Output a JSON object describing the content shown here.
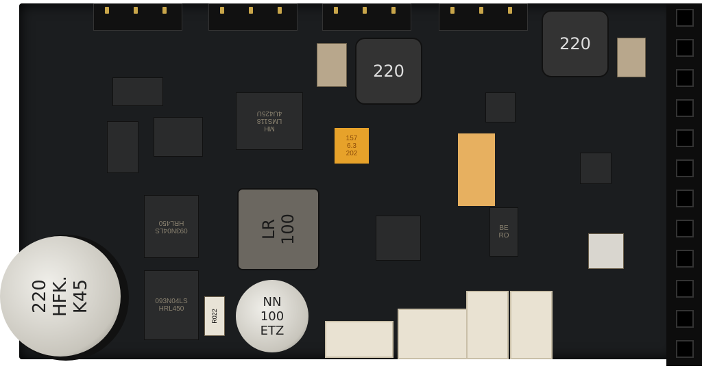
{
  "image": {
    "subject": "Model railway sound decoder circuit board (PCB) top view",
    "components": {
      "bulk_capacitor": {
        "lines": [
          "220",
          "HFK.",
          "K45"
        ]
      },
      "electrolytic_capacitor": {
        "lines": [
          "NN",
          "100",
          "ETZ"
        ]
      },
      "inductor_top_center": {
        "label": "220"
      },
      "inductor_top_right": {
        "label": "220"
      },
      "inductor_center": {
        "lines": [
          "LR",
          "100"
        ]
      },
      "mosfet_upper": {
        "lines": [
          "093N04LS",
          "HRL450"
        ]
      },
      "mosfet_lower": {
        "lines": [
          "093N04LS",
          "HRL450"
        ]
      },
      "amplifier_ic": {
        "lines": [
          "MH",
          "LMS118",
          "4U425U"
        ]
      },
      "tantalum_capacitor": {
        "lines": [
          "157",
          "6.3",
          "202"
        ]
      },
      "shunt_resistor": {
        "label": "R022"
      },
      "marking_right": {
        "lines": [
          "BE",
          "RO"
        ]
      }
    },
    "colors": {
      "pcb": "#1b1d1f",
      "connector": "#e9e2d2",
      "tantalum": "#e7a22a",
      "pin_gold": "#c9a64a"
    }
  }
}
